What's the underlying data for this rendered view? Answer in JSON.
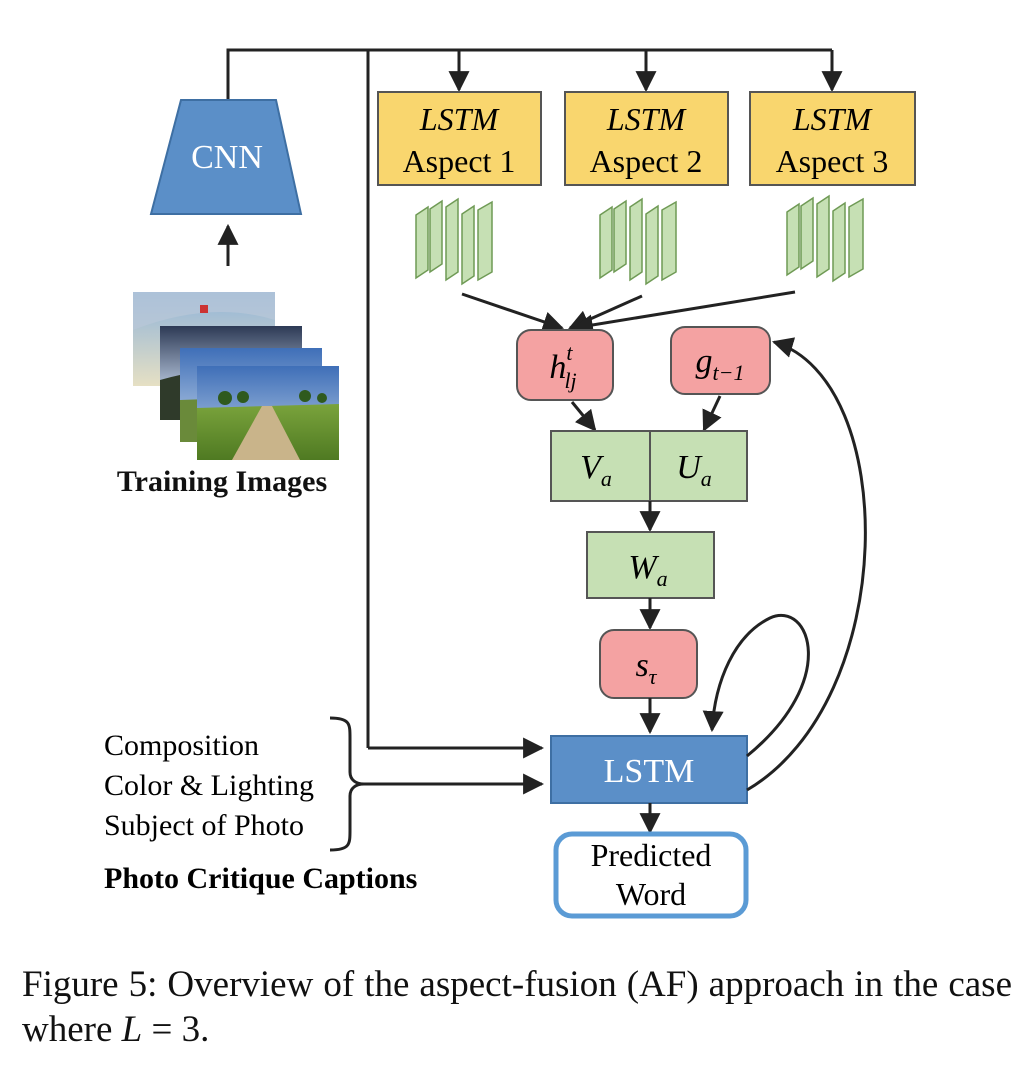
{
  "diagram": {
    "cnn_label": "CNN",
    "training_images_label": "Training Images",
    "aspects": [
      {
        "line1": "LSTM",
        "line2": "Aspect 1"
      },
      {
        "line1": "LSTM",
        "line2": "Aspect 2"
      },
      {
        "line1": "LSTM",
        "line2": "Aspect 3"
      }
    ],
    "h_node": {
      "base": "h",
      "sup": "t",
      "sub": "lj"
    },
    "g_node": {
      "base": "g",
      "sub": "t−1"
    },
    "v_node": {
      "base": "V",
      "sub": "a"
    },
    "u_node": {
      "base": "U",
      "sub": "a"
    },
    "w_node": {
      "base": "W",
      "sub": "a"
    },
    "s_node": {
      "base": "s",
      "sub": "τ"
    },
    "lstm_label": "LSTM",
    "predicted_word": {
      "line1": "Predicted",
      "line2": "Word"
    },
    "captions": [
      "Composition",
      "Color & Lighting",
      "Subject of Photo"
    ],
    "captions_title": "Photo Critique Captions",
    "colors": {
      "yellow": "#F9D66E",
      "green": "#C6E0B4",
      "pink": "#F4A2A2",
      "blue": "#5B8FC8",
      "outline_blue": "#5B9BD5"
    }
  },
  "caption": {
    "prefix": "Figure 5: Overview of the aspect-fusion (AF) approach in the case where ",
    "math_var": "L",
    "math_rest": " = 3."
  }
}
